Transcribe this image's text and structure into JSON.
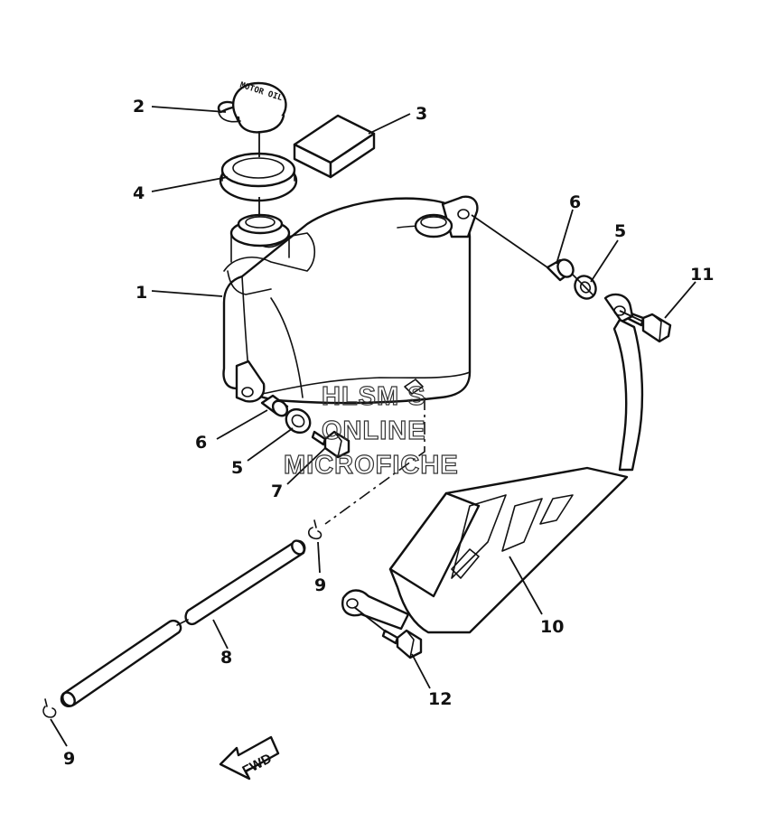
{
  "diagram": {
    "callouts": {
      "c1": "1",
      "c2": "2",
      "c3": "3",
      "c4": "4",
      "c5a": "5",
      "c5b": "5",
      "c6a": "6",
      "c6b": "6",
      "c7": "7",
      "c8": "8",
      "c9a": "9",
      "c9b": "9",
      "c10": "10",
      "c11": "11",
      "c12": "12"
    },
    "cap_text": "MOTOR OIL",
    "fwd_label": "FWD",
    "watermark": {
      "line1": "HLSM S",
      "line2": "ONLINE",
      "line3": "MICROFICHE"
    }
  }
}
